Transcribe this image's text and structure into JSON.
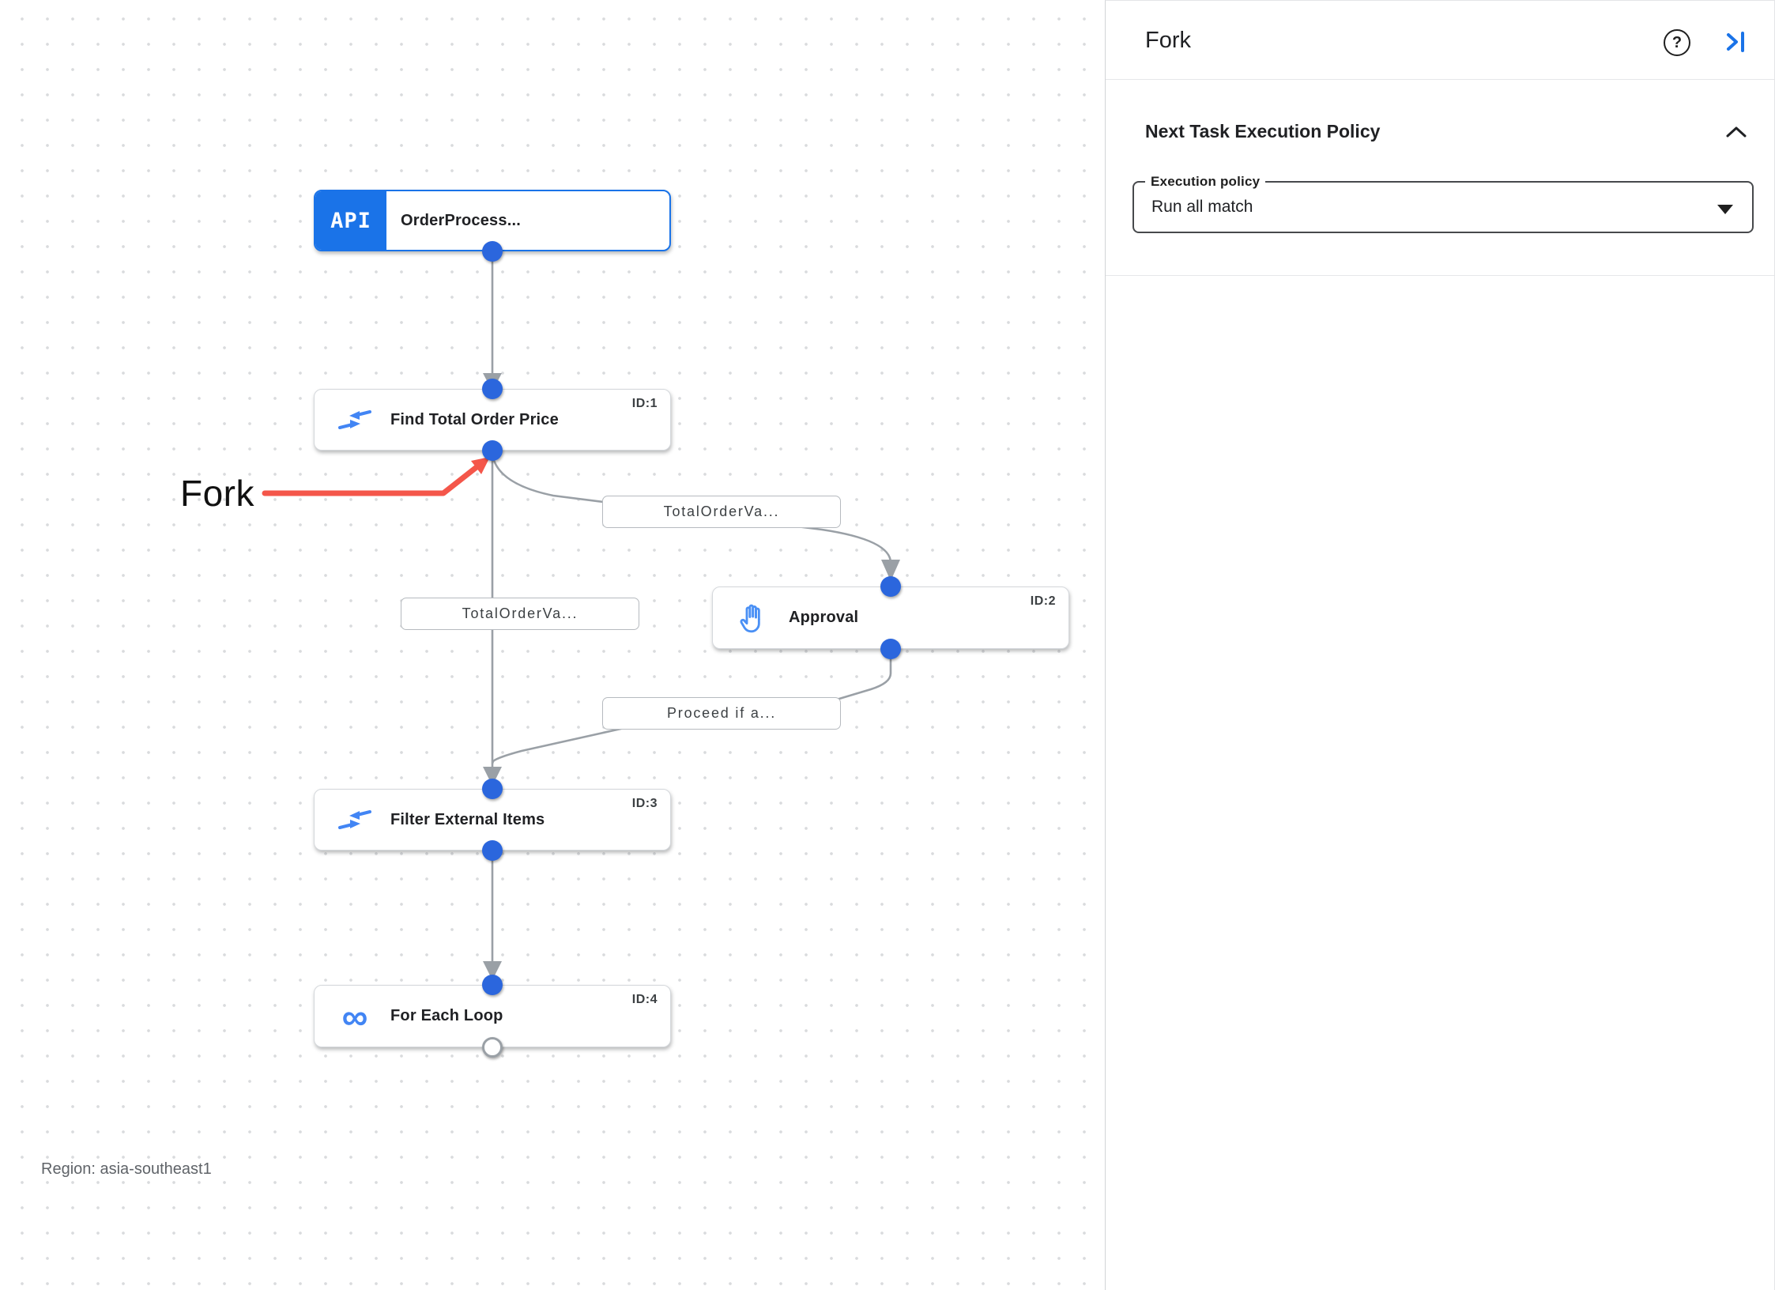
{
  "panel": {
    "title": "Fork",
    "help_glyph": "?",
    "section": {
      "title": "Next Task Execution Policy"
    },
    "field": {
      "label": "Execution policy",
      "value": "Run all match"
    }
  },
  "canvas": {
    "annotation": {
      "label": "Fork"
    },
    "region_label": "Region: asia-southeast1",
    "nodes": [
      {
        "title": "OrderProcess...",
        "badge": "API",
        "icon": "api-trigger"
      },
      {
        "title": "Find Total Order Price",
        "id_label": "ID:1",
        "icon": "data-mapping"
      },
      {
        "title": "Approval",
        "id_label": "ID:2",
        "icon": "approval-hand"
      },
      {
        "title": "Filter External Items",
        "id_label": "ID:3",
        "icon": "data-mapping"
      },
      {
        "title": "For Each Loop",
        "id_label": "ID:4",
        "icon": "for-each-loop",
        "icon_glyph": "∞"
      }
    ],
    "edge_labels": [
      {
        "text": "TotalOrderVa..."
      },
      {
        "text": "TotalOrderVa..."
      },
      {
        "text": "Proceed if a..."
      }
    ]
  },
  "colors": {
    "accent_blue": "#1a73e8",
    "icon_blue": "#4285f4",
    "port_blue": "#2b66dd",
    "edge_gray": "#9aa0a6",
    "annotation_red": "#f4564a"
  }
}
